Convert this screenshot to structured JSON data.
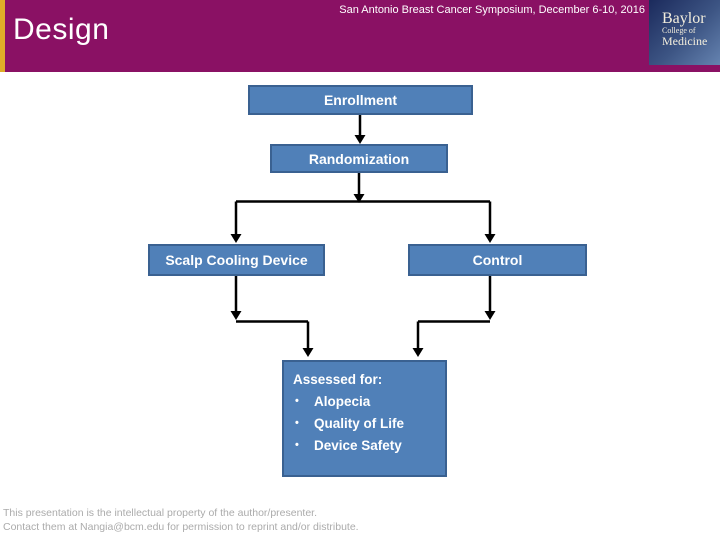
{
  "header": {
    "title": "Design",
    "symposium_text": "San Antonio Breast Cancer Symposium, December 6-10, 2016",
    "logo": {
      "line1": "Baylor",
      "line2": "College of",
      "line3": "Medicine"
    },
    "colors": {
      "bar": "#8A1164",
      "accent_strip": "#DFAC28",
      "logo_bg_top": "#1B2A5C",
      "logo_bg_bottom": "#6583B0"
    }
  },
  "flowchart": {
    "enrollment": "Enrollment",
    "randomization": "Randomization",
    "scalp_cooling": "Scalp Cooling Device",
    "control": "Control",
    "assessed": {
      "title": "Assessed for:",
      "bullet": "•",
      "items": [
        "Alopecia",
        "Quality of Life",
        "Device Safety"
      ]
    },
    "colors": {
      "box_fill": "#5080B8",
      "box_border": "#3A6191",
      "box_text": "#FFFFFF",
      "connector": "#000000"
    }
  },
  "footer": {
    "line1": "This presentation is the intellectual property of the author/presenter.",
    "line2": "Contact them at Nangia@bcm.edu for permission to reprint and/or distribute."
  }
}
